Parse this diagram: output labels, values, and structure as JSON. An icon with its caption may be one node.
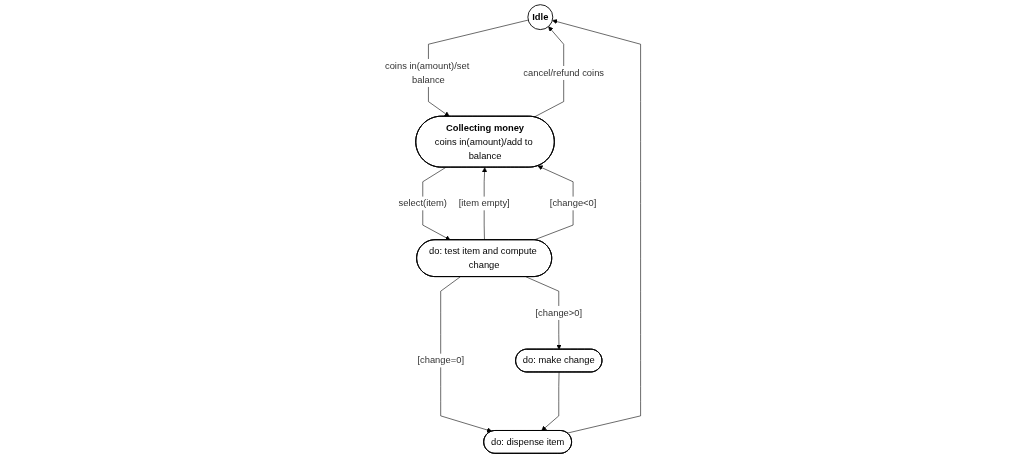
{
  "diagram": {
    "nodes": [
      {
        "text": [
          "Idle"
        ]
      },
      {
        "text": [
          "Collecting money",
          "coins in(amount)/add to balance"
        ]
      },
      {
        "text": [
          "do: test item and compute change"
        ]
      },
      {
        "text": [
          "do: dispense item"
        ]
      },
      {
        "text": [
          "do: make change"
        ]
      }
    ],
    "edges": [
      {
        "from": 0,
        "to": 1,
        "label": "coins in(amount)/set balance",
        "arrow": "to"
      },
      {
        "from": 1,
        "to": 0,
        "label": "cancel/refund coins",
        "arrow": "to"
      },
      {
        "from": 1,
        "to": 2,
        "label": "select(item)",
        "arrow": "to"
      },
      {
        "from": 2,
        "to": 1,
        "label": "[item empty]",
        "arrow": "to"
      },
      {
        "from": 2,
        "to": 1,
        "label": "[change<0]",
        "arrow": "to"
      },
      {
        "from": 2,
        "to": 3,
        "label": "[change=0]",
        "arrow": "to"
      },
      {
        "from": 2,
        "to": 4,
        "label": "[change>0]",
        "arrow": "to"
      },
      {
        "from": 4,
        "to": 3,
        "arrow": "to"
      },
      {
        "from": 3,
        "to": 0,
        "arrow": "to"
      }
    ]
  }
}
